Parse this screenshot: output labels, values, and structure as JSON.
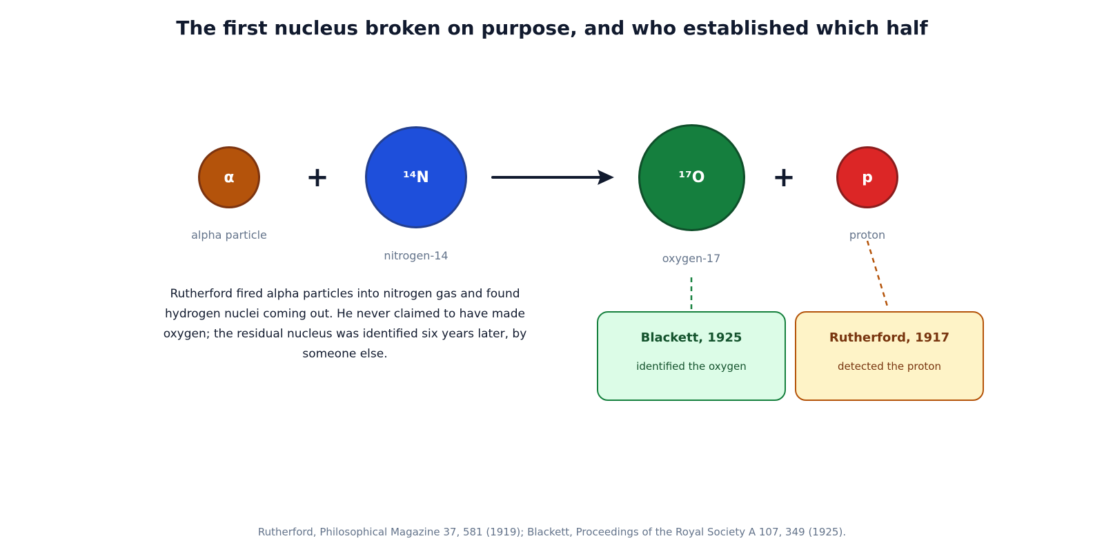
{
  "title": "The first nucleus broken on purpose, and who established which half",
  "reaction": {
    "reactants": [
      {
        "symbol": "α",
        "label": "alpha particle",
        "color": "#b4530b"
      },
      {
        "symbol": "¹⁴N",
        "label": "nitrogen-14",
        "color": "#1e4fdb"
      }
    ],
    "products": [
      {
        "symbol": "¹⁷O",
        "label": "oxygen-17",
        "color": "#157f3e"
      },
      {
        "symbol": "p",
        "label": "proton",
        "color": "#dc2626"
      }
    ],
    "plus_sign": "+"
  },
  "narrative": "Rutherford fired alpha particles into nitrogen gas and found hydrogen nuclei coming out. He never claimed to have made oxygen; the residual nucleus was identified six years later, by someone else.",
  "attributions": [
    {
      "title": "Blackett, 1925",
      "description": "identified the oxygen",
      "color": "#15803d"
    },
    {
      "title": "Rutherford, 1917",
      "description": "detected the proton",
      "color": "#b45309"
    }
  ],
  "footer": "Rutherford, Philosophical Magazine 37, 581 (1919); Blackett, Proceedings of the Royal Society A 107, 349 (1925)."
}
